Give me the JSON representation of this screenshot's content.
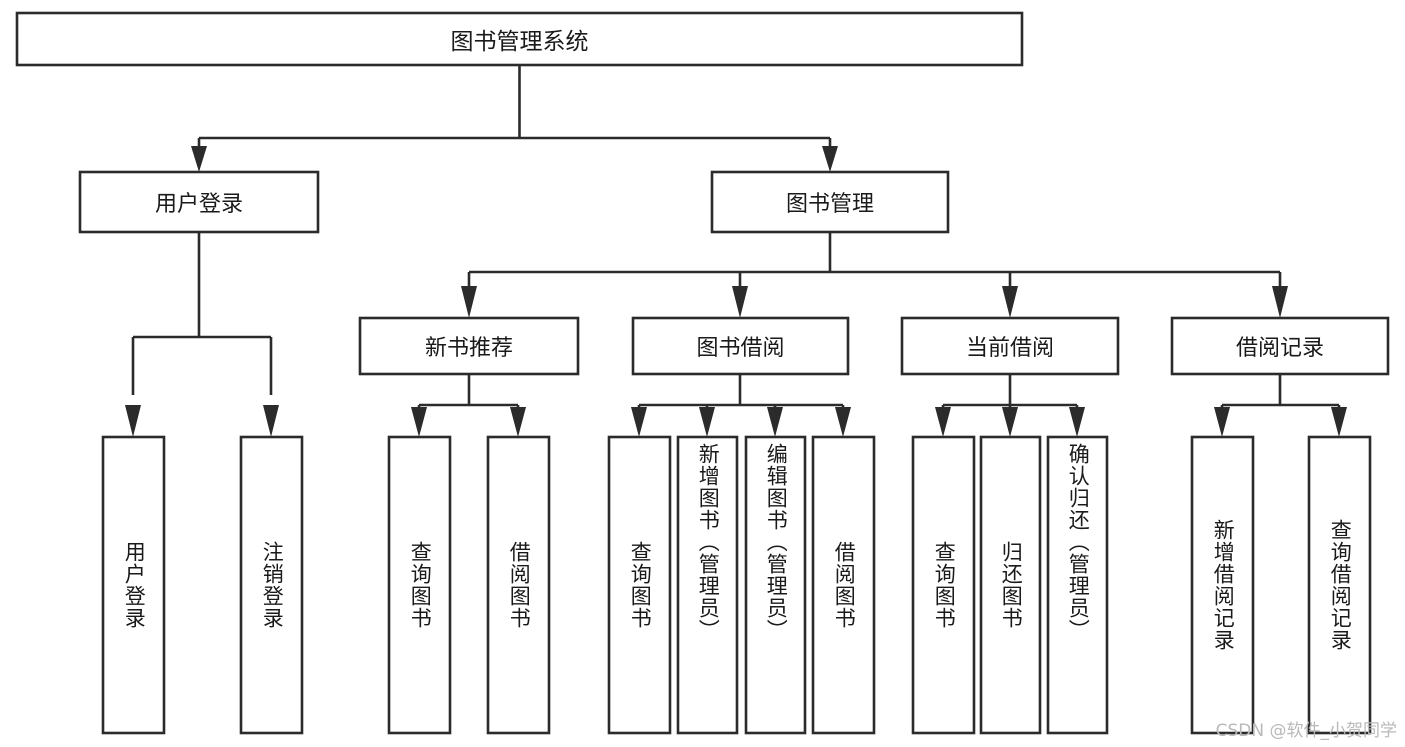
{
  "diagram": {
    "title": "图书管理系统",
    "watermark": "CSDN @软件_小贺同学",
    "type": "tree-hierarchy",
    "orientation": "top-down",
    "colors": {
      "box_stroke": "#2b2b2b",
      "box_fill": "#ffffff",
      "text": "#1a1a1a",
      "background": "#ffffff",
      "watermark": "#b9b9b9"
    },
    "levels": {
      "level1": [
        "图书管理系统"
      ],
      "level2": [
        "用户登录",
        "图书管理"
      ],
      "level3": [
        "新书推荐",
        "图书借阅",
        "当前借阅",
        "借阅记录"
      ],
      "level4_vertical_text": true
    },
    "nodes": {
      "root": {
        "label": "图书管理系统"
      },
      "user_login": {
        "label": "用户登录"
      },
      "book_manage": {
        "label": "图书管理"
      },
      "new_book_rec": {
        "label": "新书推荐"
      },
      "book_borrow": {
        "label": "图书借阅"
      },
      "current_borrow": {
        "label": "当前借阅"
      },
      "borrow_record": {
        "label": "借阅记录"
      },
      "leaf_user_login": {
        "label": "用户登录"
      },
      "leaf_user_logout": {
        "label": "注销登录"
      },
      "leaf_query_book_1": {
        "label": "查询图书"
      },
      "leaf_borrow_book_1": {
        "label": "借阅图书"
      },
      "leaf_query_book_2": {
        "label": "查询图书"
      },
      "leaf_add_book": {
        "label": "新增图书（管理员）"
      },
      "leaf_edit_book": {
        "label": "编辑图书（管理员）"
      },
      "leaf_borrow_book_2": {
        "label": "借阅图书"
      },
      "leaf_query_book_3": {
        "label": "查询图书"
      },
      "leaf_return_book": {
        "label": "归还图书"
      },
      "leaf_confirm_return": {
        "label": "确认归还（管理员）"
      },
      "leaf_add_record": {
        "label": "新增借阅记录"
      },
      "leaf_query_record": {
        "label": "查询借阅记录"
      }
    },
    "edges": [
      {
        "from": "图书管理系统",
        "to": "用户登录"
      },
      {
        "from": "图书管理系统",
        "to": "图书管理"
      },
      {
        "from": "用户登录",
        "to": "用户登录"
      },
      {
        "from": "用户登录",
        "to": "注销登录"
      },
      {
        "from": "图书管理",
        "to": "新书推荐"
      },
      {
        "from": "图书管理",
        "to": "图书借阅"
      },
      {
        "from": "图书管理",
        "to": "当前借阅"
      },
      {
        "from": "图书管理",
        "to": "借阅记录"
      },
      {
        "from": "新书推荐",
        "to": "查询图书"
      },
      {
        "from": "新书推荐",
        "to": "借阅图书"
      },
      {
        "from": "图书借阅",
        "to": "查询图书"
      },
      {
        "from": "图书借阅",
        "to": "新增图书（管理员）"
      },
      {
        "from": "图书借阅",
        "to": "编辑图书（管理员）"
      },
      {
        "from": "图书借阅",
        "to": "借阅图书"
      },
      {
        "from": "当前借阅",
        "to": "查询图书"
      },
      {
        "from": "当前借阅",
        "to": "归还图书"
      },
      {
        "from": "当前借阅",
        "to": "确认归还（管理员）"
      },
      {
        "from": "借阅记录",
        "to": "新增借阅记录"
      },
      {
        "from": "借阅记录",
        "to": "查询借阅记录"
      }
    ]
  }
}
